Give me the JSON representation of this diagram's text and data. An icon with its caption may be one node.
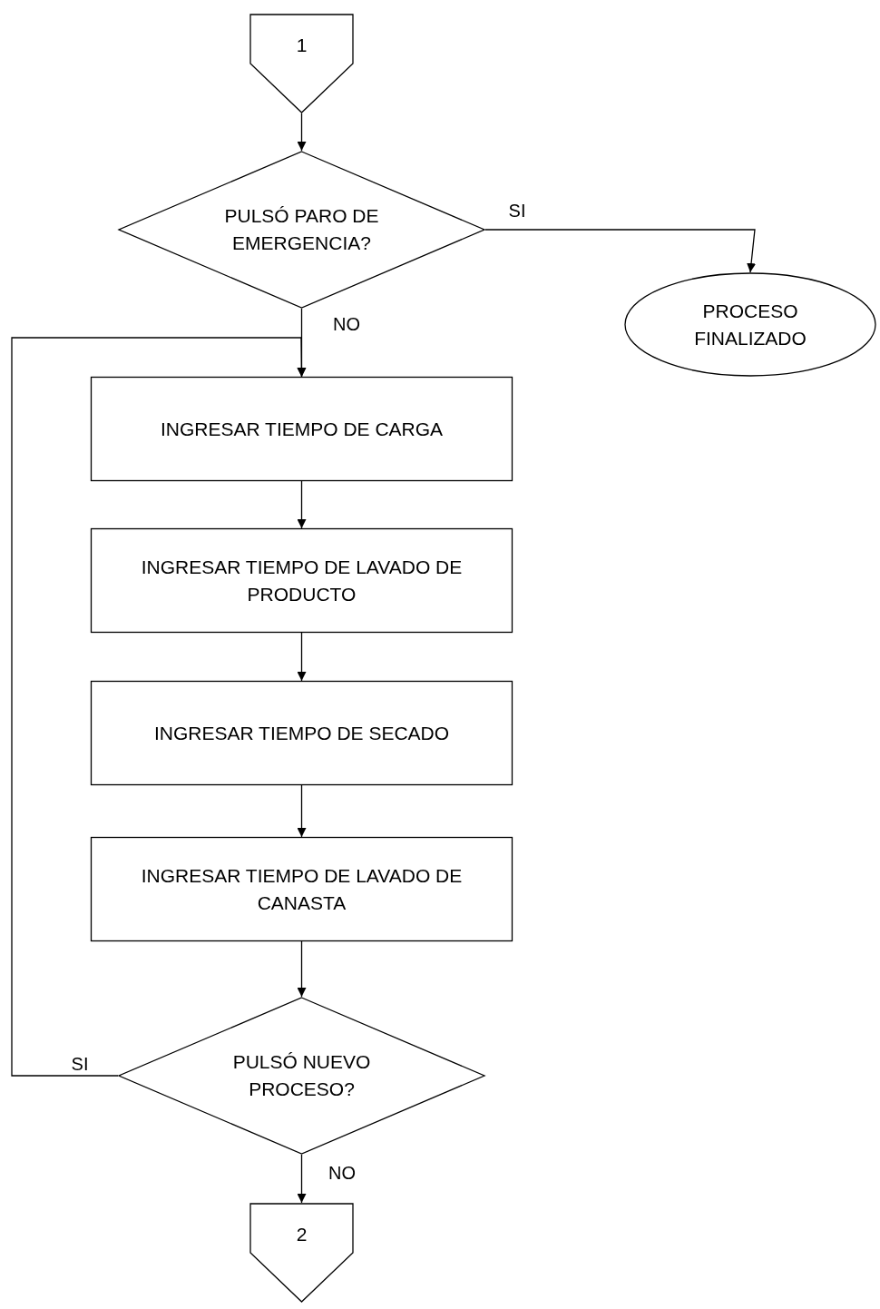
{
  "diagram": {
    "nodes": [
      {
        "text": [
          "1"
        ]
      },
      {
        "text": [
          "PULSÓ PARO DE EMERGENCIA?"
        ]
      },
      {
        "text": [
          "PROCESO FINALIZADO"
        ]
      },
      {
        "text": [
          "INGRESAR TIEMPO DE CARGA"
        ]
      },
      {
        "text": [
          "INGRESAR TIEMPO DE LAVADO DE PRODUCTO"
        ]
      },
      {
        "text": [
          "INGRESAR TIEMPO DE SECADO"
        ]
      },
      {
        "text": [
          "INGRESAR TIEMPO DE LAVADO DE CANASTA"
        ]
      },
      {
        "text": [
          "PULSÓ NUEVO PROCESO?"
        ]
      },
      {
        "text": [
          "2"
        ]
      }
    ],
    "edges": [
      {
        "from": 0,
        "to": 1,
        "arrow": "to"
      },
      {
        "from": 1,
        "to": 2,
        "arrow": "to",
        "label": "SI"
      },
      {
        "from": 1,
        "to": 3,
        "arrow": "to",
        "label": "NO"
      },
      {
        "from": 3,
        "to": 4,
        "arrow": "to"
      },
      {
        "from": 4,
        "to": 5,
        "arrow": "to"
      },
      {
        "from": 5,
        "to": 6,
        "arrow": "to"
      },
      {
        "from": 6,
        "to": 7,
        "arrow": "to"
      },
      {
        "from": 7,
        "to": 3,
        "arrow": "to",
        "label": "SI"
      },
      {
        "from": 7,
        "to": 8,
        "arrow": "to",
        "label": "NO"
      }
    ]
  }
}
